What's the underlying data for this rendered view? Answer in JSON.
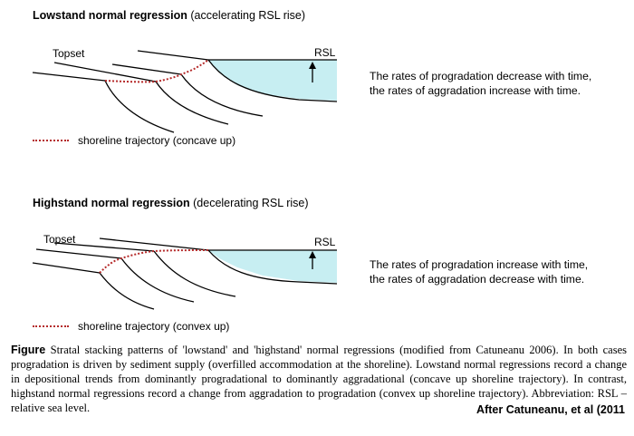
{
  "panels": [
    {
      "title_bold": "Lowstand normal regression",
      "title_rest": "(accelerating RSL rise)",
      "topset_label": "Topset",
      "rsl_label": "RSL",
      "note_lines": [
        "The rates of progradation decrease with time,",
        "the rates of aggradation increase with time."
      ],
      "legend": "shoreline trajectory (concave up)"
    },
    {
      "title_bold": "Highstand normal regression",
      "title_rest": "(decelerating RSL rise)",
      "topset_label": "Topset",
      "rsl_label": "RSL",
      "note_lines": [
        "The rates of progradation increase with time,",
        "the rates of aggradation decrease with time."
      ],
      "legend": "shoreline trajectory (convex up)"
    }
  ],
  "caption": {
    "label": "Figure",
    "text": "Stratal stacking patterns of 'lowstand' and 'highstand' normal regressions (modified from Catuneanu 2006). In both cases progradation is driven by sediment supply (overfilled accommodation at the shoreline). Lowstand normal regressions record a change in depositional trends from dominantly progradational to dominantly aggradational (concave up shoreline trajectory). In contrast, highstand normal regressions record a change from aggradation to progradation (convex up shoreline trajectory). Abbreviation: RSL – relative sea level."
  },
  "attribution": "After Catuneanu, et al (2011",
  "colors": {
    "sea_fill": "#c7eef2",
    "trajectory": "#b52a2a",
    "line": "#000000"
  }
}
